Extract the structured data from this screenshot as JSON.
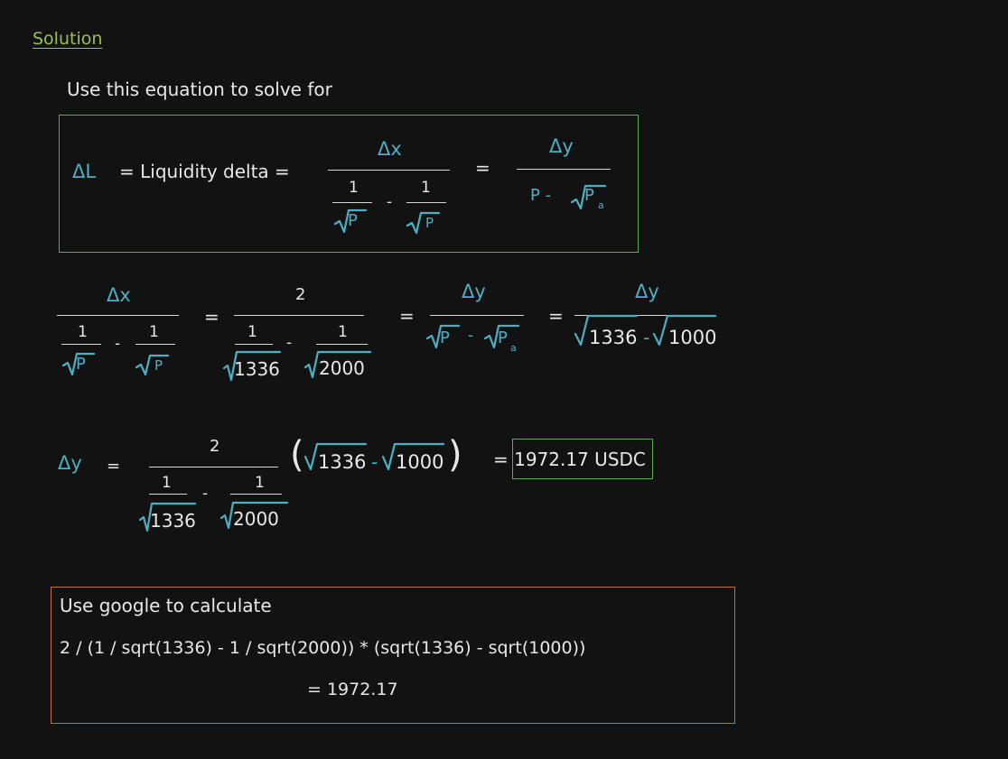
{
  "heading": "Solution",
  "intro": "Use this equation to solve for",
  "eq1": {
    "lhs": "ΔL",
    "eq_label": "= Liquidity delta =",
    "num_x": "Δx",
    "one": "1",
    "sqrt_p": "P",
    "minus": "-",
    "equals": "=",
    "num_y": "Δy",
    "den_y": "P - ",
    "pa": "P",
    "pa_sub": "a"
  },
  "eq2": {
    "num_x": "Δx",
    "one": "1",
    "sqrt_p": "P",
    "minus": "-",
    "equals": "=",
    "two": "2",
    "v1336": "1336",
    "v2000": "2000",
    "v1000": "1000",
    "num_y": "Δy",
    "pa": "P",
    "pa_sub": "a"
  },
  "eq3": {
    "lhs": "Δy",
    "equals": "=",
    "two": "2",
    "one": "1",
    "minus": "-",
    "v1336": "1336",
    "v2000": "2000",
    "v1000": "1000",
    "lparen": "(",
    "rparen": ")",
    "result": "= 1972.17 USDC"
  },
  "calc": {
    "title": "Use google to calculate",
    "expression": "2 / (1 / sqrt(1336) - 1 /  sqrt(2000)) * (sqrt(1336) - sqrt(1000))",
    "result": "= 1972.17"
  },
  "colors": {
    "background": "#121212",
    "text": "#e8e8e8",
    "math_blue": "#4cb0c4",
    "green_border": "#5ea85a",
    "orange_border": "#c0712a",
    "heading_green": "#9ac04a"
  }
}
